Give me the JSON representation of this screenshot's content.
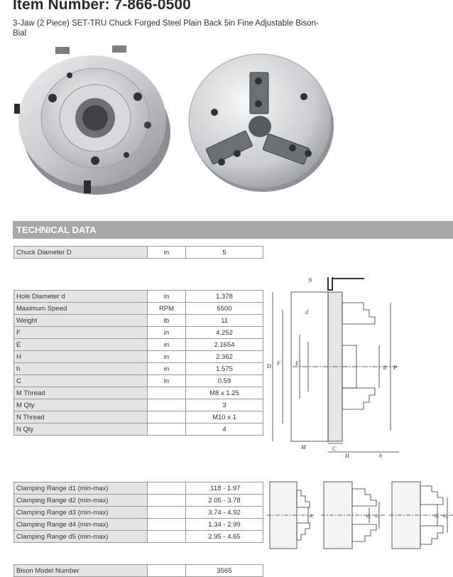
{
  "header": {
    "item_number": "Item Number: 7-866-0500",
    "description": "3-Jaw (2 Piece) SET-TRU Chuck Forged Steel Plain Back 5in Fine Adjustable Bison-Bial"
  },
  "section_title": "TECHNICAL DATA",
  "chuck_diameter": {
    "label": "Chuck Diameter D",
    "unit": "in",
    "value": "5"
  },
  "dimensions": [
    {
      "label": "Hole Diameter d",
      "unit": "in",
      "value": "1.378"
    },
    {
      "label": "Maximum Speed",
      "unit": "RPM",
      "value": "5500"
    },
    {
      "label": "Weight",
      "unit": "lb",
      "value": "11"
    },
    {
      "label": "F",
      "unit": "in",
      "value": "4.252"
    },
    {
      "label": "E",
      "unit": "in",
      "value": "2.1654"
    },
    {
      "label": "H",
      "unit": "in",
      "value": "2.362"
    },
    {
      "label": "h",
      "unit": "in",
      "value": "1.575"
    },
    {
      "label": "C",
      "unit": "in",
      "value": "0.59"
    },
    {
      "label": "M Thread",
      "unit": "",
      "value": "M8 x 1.25"
    },
    {
      "label": "M Qty",
      "unit": "",
      "value": "3"
    },
    {
      "label": "N Thread",
      "unit": "",
      "value": "M10 x 1"
    },
    {
      "label": "N Qty",
      "unit": "",
      "value": "4"
    }
  ],
  "clamping": [
    {
      "label": "Clamping Range d1 (min-max)",
      "unit": "",
      "value": ".118 - 1.97"
    },
    {
      "label": "Clamping Range d2 (min-max)",
      "unit": "",
      "value": "2.05 - 3.78"
    },
    {
      "label": "Clamping Range d3 (min-max)",
      "unit": "",
      "value": "3.74 - 4.92"
    },
    {
      "label": "Clamping Range d4 (min-max)",
      "unit": "",
      "value": "1.34 - 2.99"
    },
    {
      "label": "Clamping Range d5 (min-max)",
      "unit": "",
      "value": "2.95 - 4.65"
    }
  ],
  "model": {
    "label": "Bison Model Number",
    "unit": "",
    "value": "3565"
  },
  "drawing_labels": {
    "N": "N",
    "D": "D",
    "F": "F",
    "E": "E",
    "d": "d",
    "P": "P",
    "M": "M",
    "C": "C",
    "H": "H",
    "h": "h",
    "d1": "d₁",
    "d2": "d₂",
    "d3": "d₃",
    "d4": "d₄",
    "d5": "d₅"
  }
}
